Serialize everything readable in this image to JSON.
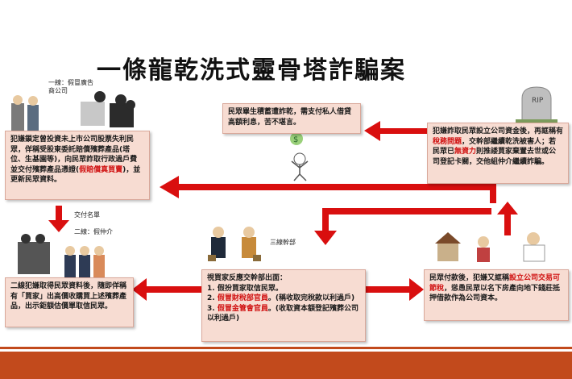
{
  "title": "一條龍乾洗式靈骨塔詐騙案",
  "labels": {
    "tier1": "一線：假冒廣告商公司",
    "tier2": "二線：假仲介",
    "tier3": "三線幹部",
    "handoff": "交付名單",
    "tombstone": "RIP"
  },
  "boxes": {
    "top_left": {
      "a": "犯嫌鎖定曾投資未上市公司股票失利民眾，佯稱受股東委託賠償殯葬產品(塔位、生基園等)，向民眾詐取行政過戶費並交付殯葬產品憑證(",
      "b": "假賠償真買賣",
      "c": ")，並更新民眾資料。"
    },
    "top_center": "民眾畢生積蓄遭詐乾，需支付私人借貸高額利息，苦不堪言。",
    "top_right": {
      "a": "犯嫌詐取民眾設立公司資金後，再誆稱有",
      "b": "稅務問題",
      "c": "，交幹部繼續乾洗被害人；若民眾已",
      "d": "無資力",
      "e": "則推諉買家棄置去世或公司登記卡關，交他組仲介繼續詐騙。"
    },
    "bottom_left": "二線犯嫌取得民眾資料後，隨即佯稱有「買家」出高價收購買上述殯葬產品，出示鉅額估價單取信民眾。",
    "bottom_center": {
      "intro": "視買家反應交幹部出面：",
      "i1": "1. 假扮買家取信民眾。",
      "i2a": "2. ",
      "i2b": "假冒財稅部官員",
      "i2c": "。(稱收取完稅款以利過戶)",
      "i3a": "3. ",
      "i3b": "假冒金管會官員",
      "i3c": "。(收取資本額登記殯葬公司以利過戶)"
    },
    "bottom_right": {
      "a": "民眾付款後，犯嫌又誆稱",
      "b": "設立公司交易可節稅",
      "c": "，慫恿民眾以名下房產向地下錢莊抵押借款作為公司資本。"
    }
  },
  "colors": {
    "arrow": "#d90f0f",
    "box_fill": "#f7dcd2",
    "highlight": "#d01010",
    "bottom_bar": "#c24a1c"
  }
}
